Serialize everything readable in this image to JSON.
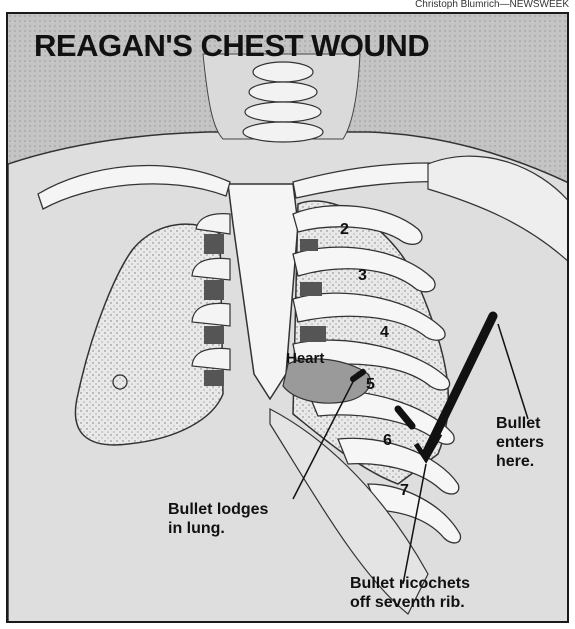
{
  "credit": "Christoph Blumrich—NEWSWEEK",
  "title": "REAGAN'S CHEST WOUND",
  "heart_label": "Heart",
  "rib_numbers": [
    "2",
    "3",
    "4",
    "5",
    "6",
    "7"
  ],
  "callouts": {
    "enters": [
      "Bullet",
      "enters",
      "here."
    ],
    "lodges": [
      "Bullet lodges",
      "in lung."
    ],
    "ricochets": [
      "Bullet ricochets",
      "off seventh rib."
    ]
  }
}
